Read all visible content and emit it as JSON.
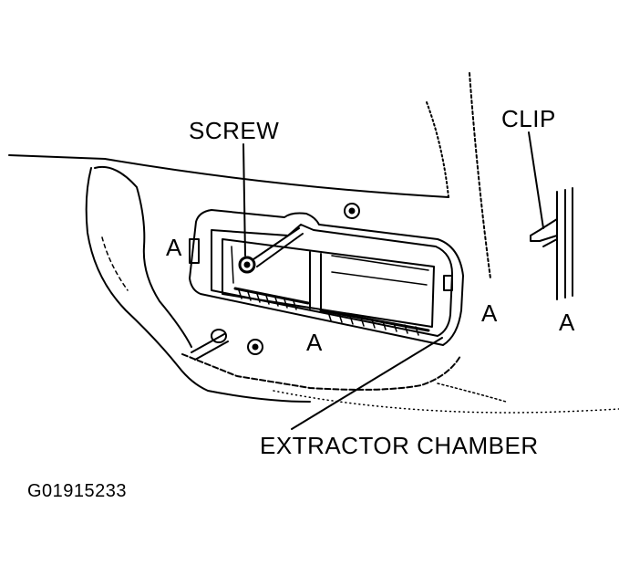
{
  "diagram": {
    "labels": {
      "screw": "SCREW",
      "clip": "CLIP",
      "extractor_chamber": "EXTRACTOR CHAMBER",
      "section_marker": "A"
    },
    "figure_code": "G01915233",
    "colors": {
      "ink": "#000000",
      "paper": "#ffffff"
    }
  }
}
